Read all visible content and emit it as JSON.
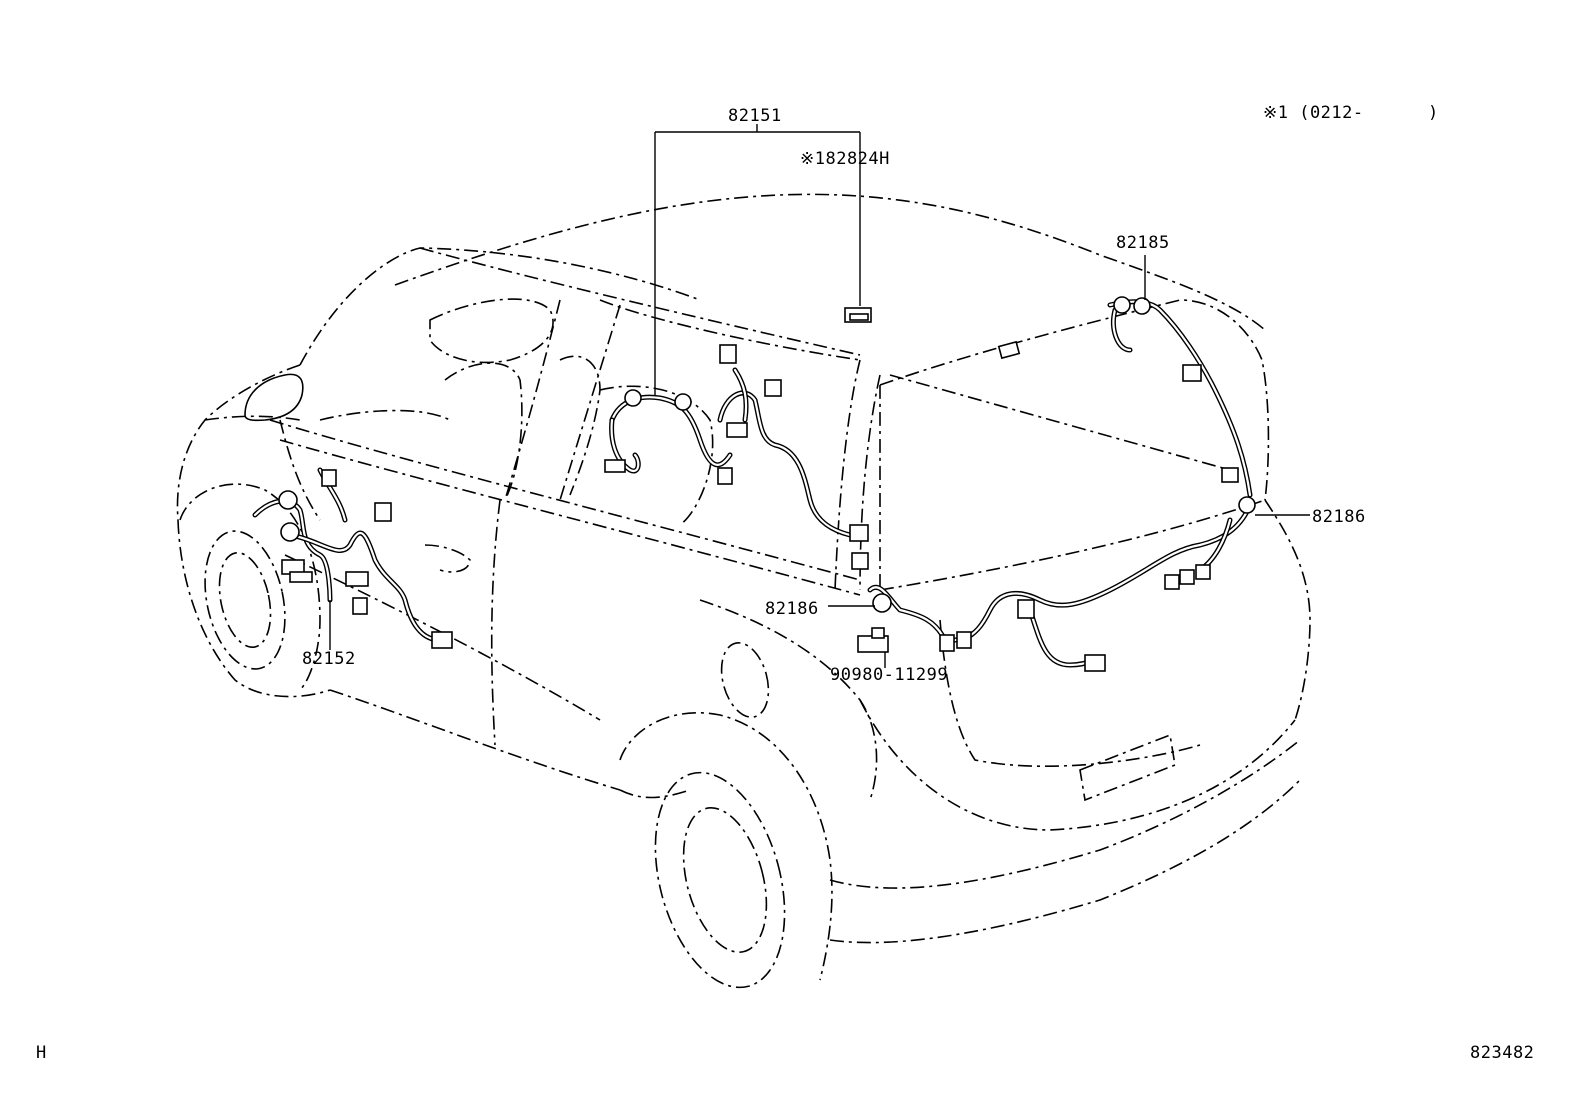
{
  "diagram": {
    "labels": {
      "harness_82151": "82151",
      "part_182824h": "※182824H",
      "note_1": "※1 (0212-      )",
      "harness_82185": "82185",
      "harness_82186_right": "82186",
      "harness_82186_center": "82186",
      "harness_82152": "82152",
      "part_90980": "90980-11299",
      "corner_h": "H",
      "diagram_number": "823482"
    }
  }
}
